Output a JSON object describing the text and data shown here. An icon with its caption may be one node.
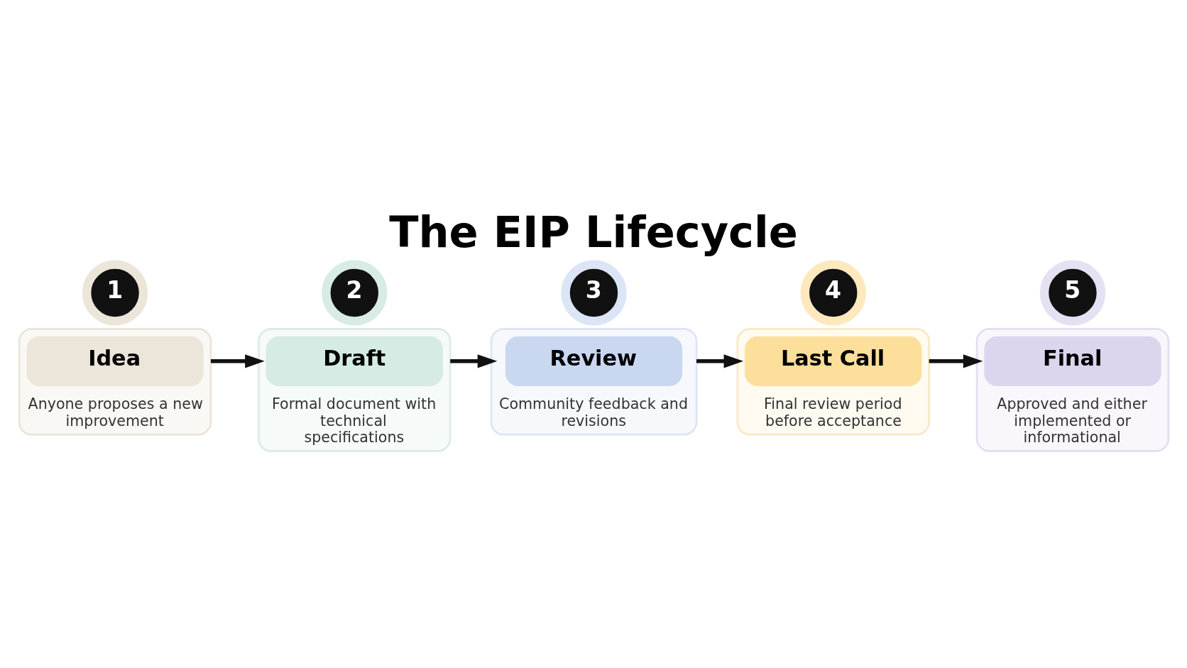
{
  "diagram": {
    "title": "The EIP Lifecycle",
    "nodes": [
      {
        "text": [
          "1"
        ]
      },
      {
        "text": [
          "Anyone proposes a new improvement"
        ]
      },
      {
        "text": [
          "Idea"
        ],
        "in": 1
      },
      {
        "text": [
          "2"
        ]
      },
      {
        "text": [
          "Formal document with technical specifications"
        ]
      },
      {
        "text": [
          "Draft"
        ],
        "in": 4
      },
      {
        "text": [
          "3"
        ]
      },
      {
        "text": [
          "Community feedback and revisions"
        ]
      },
      {
        "text": [
          "Review"
        ],
        "in": 7
      },
      {
        "text": [
          "4"
        ]
      },
      {
        "text": [
          "Final review period before acceptance"
        ]
      },
      {
        "text": [
          "Last Call"
        ],
        "in": 10
      },
      {
        "text": [
          "5"
        ]
      },
      {
        "text": [
          "Approved and either implemented or informational"
        ]
      },
      {
        "text": [
          "Final"
        ],
        "in": 13
      }
    ],
    "edges": [
      {
        "from": 1,
        "to": 4,
        "arrow": "to"
      },
      {
        "from": 4,
        "to": 7,
        "arrow": "to"
      },
      {
        "from": 7,
        "to": 10,
        "arrow": "to"
      },
      {
        "from": 10,
        "to": 13,
        "arrow": "to"
      }
    ]
  }
}
